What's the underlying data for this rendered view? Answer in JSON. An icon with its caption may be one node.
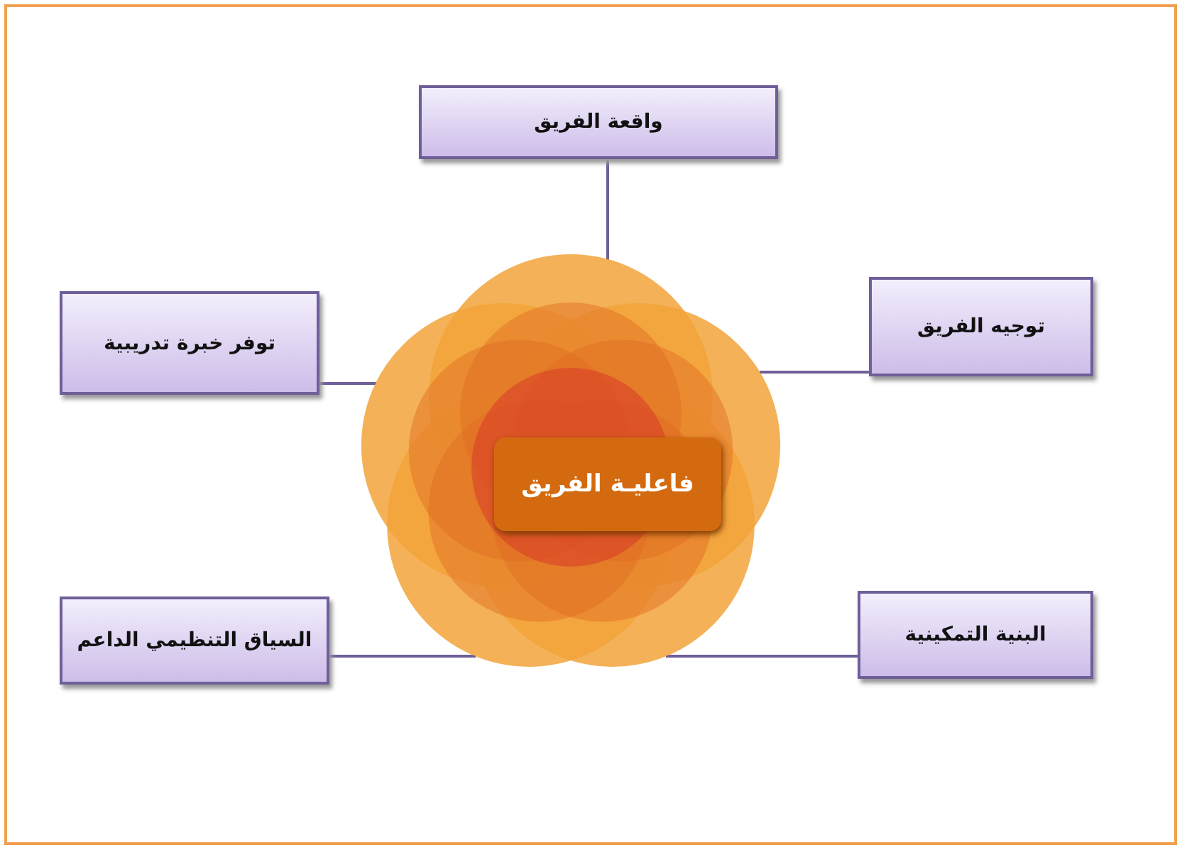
{
  "diagram": {
    "nodes": [
      {
        "text": [],
        "shape": "circle"
      },
      {
        "text": [
          "فاعليـة الفريق"
        ],
        "in": 0
      },
      {
        "text": [
          "واقعة الفريق"
        ]
      },
      {
        "text": [
          "توفر خبرة تدريبية"
        ]
      },
      {
        "text": [
          "توجيه الفريق"
        ]
      },
      {
        "text": [
          "السياق التنظيمي الداعم"
        ]
      },
      {
        "text": [
          "البنية التمكينية"
        ]
      }
    ],
    "edges": [
      {
        "from": 2,
        "to": 0,
        "arrow": "none"
      },
      {
        "from": 3,
        "to": 0,
        "arrow": "none"
      },
      {
        "from": 4,
        "to": 0,
        "arrow": "none"
      },
      {
        "from": 5,
        "to": 0,
        "arrow": "none"
      },
      {
        "from": 6,
        "to": 0,
        "arrow": "none"
      }
    ]
  }
}
